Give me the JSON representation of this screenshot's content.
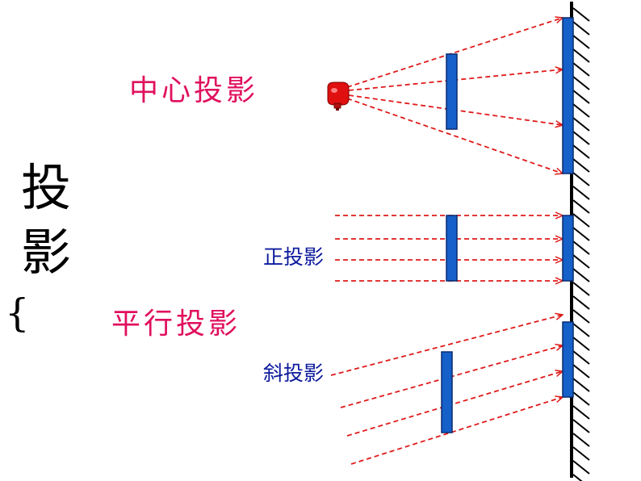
{
  "title": [
    "投",
    "影"
  ],
  "brace": "{",
  "labels": {
    "central": "中心投影",
    "parallel": "平行投影",
    "orthographic": "正投影",
    "oblique": "斜投影"
  },
  "colors": {
    "ray": "#e01b1b",
    "object": "#1560c9",
    "object_border": "#0a2a6e",
    "wall": "#000000",
    "magenta_text": "#e0105e",
    "blue_text": "#0b1a9c",
    "lamp": "#e01010"
  },
  "icons": {
    "light_source": "light-bulb-icon"
  }
}
